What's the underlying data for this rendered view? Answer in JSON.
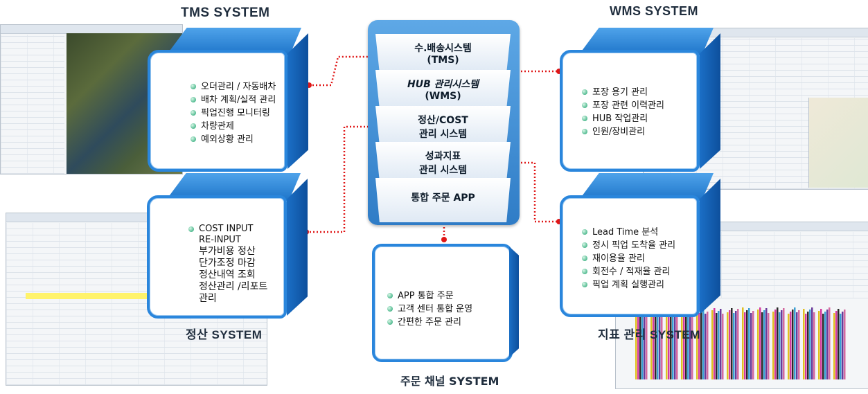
{
  "titles": {
    "tms": "TMS SYSTEM",
    "wms": "WMS SYSTEM",
    "settle": "정산 SYSTEM",
    "kpi": "지표 관리 SYSTEM",
    "channel": "주문 채널 SYSTEM"
  },
  "center": {
    "items": [
      {
        "line1": "수.배송시스템",
        "line2": "(TMS)"
      },
      {
        "line1": "HUB 관리시스템",
        "line2": "(WMS)"
      },
      {
        "line1": "정산/COST",
        "line2": "관리 시스템"
      },
      {
        "line1": "성과지표",
        "line2": "관리 시스템"
      },
      {
        "line1": "통합 주문 APP",
        "line2": ""
      }
    ]
  },
  "boxes": {
    "tms": [
      "오더관리 / 자동배차",
      "배차 계획/실적 관리",
      "픽업진행 모니터링",
      "차량관제",
      "예외상황 관리"
    ],
    "wms": [
      "포장 용기 관리",
      "포장 관련 이력관리",
      "HUB 작업관리",
      "인원/장비관리"
    ],
    "settle": [
      "COST INPUT",
      "RE-INPUT",
      "부가비용 정산",
      "단가조정 마감",
      "정산내역 조회",
      "정산관리 /리포트",
      "관리"
    ],
    "kpi": [
      "Lead Time 분석",
      "정시 픽업 도착율 관리",
      "재이용율 관리",
      "회전수 / 적재율 관리",
      "픽업 계획 실행관리"
    ],
    "channel": [
      "APP 통합 주문",
      "고객 센터 통합 운영",
      "간편한 주문 관리"
    ]
  },
  "colors": {
    "box_blue": "#2a86dc",
    "connector_red": "#e01616",
    "bullet_green": "#17a06a"
  }
}
